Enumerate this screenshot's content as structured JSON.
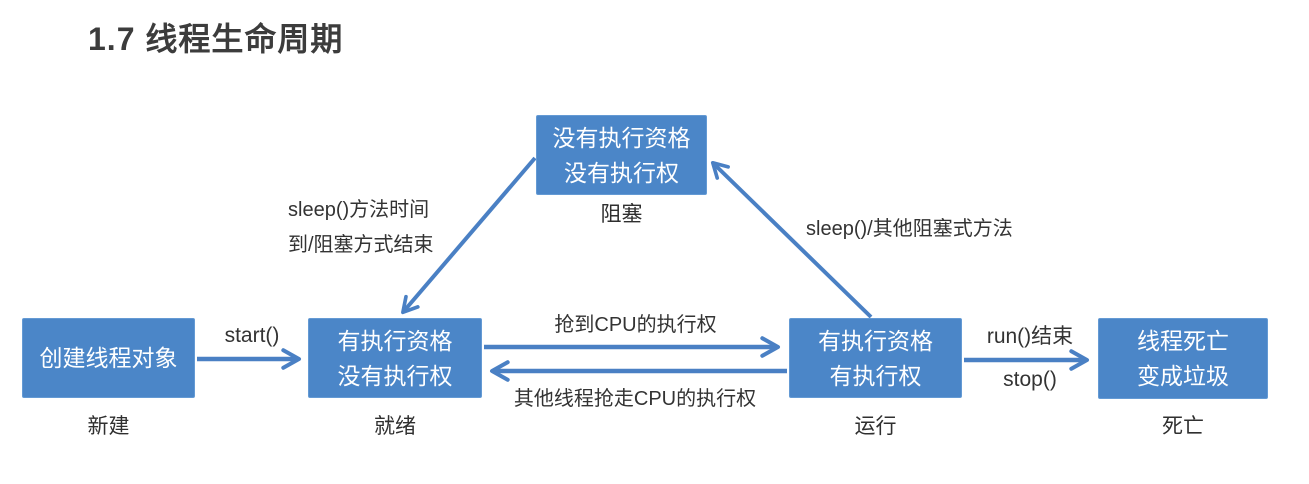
{
  "title": "1.7 线程生命周期",
  "colors": {
    "box_fill": "#4b86c8",
    "box_text": "#ffffff",
    "arrow": "#4a80c4",
    "label_text": "#2f2f2f",
    "title_text": "#3c3c3c",
    "background": "#ffffff"
  },
  "states": [
    {
      "id": "new",
      "lines": [
        "创建线程对象"
      ],
      "label": "新建"
    },
    {
      "id": "ready",
      "lines": [
        "有执行资格",
        "没有执行权"
      ],
      "label": "就绪"
    },
    {
      "id": "blocked",
      "lines": [
        "没有执行资格",
        "没有执行权"
      ],
      "label": "阻塞"
    },
    {
      "id": "running",
      "lines": [
        "有执行资格",
        "有执行权"
      ],
      "label": "运行"
    },
    {
      "id": "dead",
      "lines": [
        "线程死亡",
        "变成垃圾"
      ],
      "label": "死亡"
    }
  ],
  "transitions": [
    {
      "name": "new-to-ready",
      "label": "start()"
    },
    {
      "name": "ready-to-running",
      "label": "抢到CPU的执行权"
    },
    {
      "name": "running-to-ready",
      "label": "其他线程抢走CPU的执行权"
    },
    {
      "name": "running-to-dead",
      "label_top": "run()结束",
      "label_bottom": "stop()"
    },
    {
      "name": "blocked-to-ready",
      "label_line1": "sleep()方法时间",
      "label_line2": "到/阻塞方式结束"
    },
    {
      "name": "running-to-blocked",
      "label": "sleep()/其他阻塞式方法"
    }
  ]
}
